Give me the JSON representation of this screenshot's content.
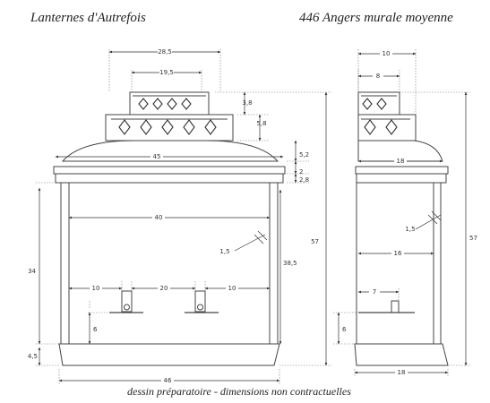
{
  "header": {
    "title_left": "Lanternes d'Autrefois",
    "title_right": "446 Angers murale moyenne"
  },
  "footer": {
    "note": "dessin préparatoire - dimensions non contractuelles"
  },
  "dims_front": {
    "top_outer_width": "28,5",
    "top_inner_width": "19,5",
    "cap_height": "3,8",
    "cap_box_height": "5,8",
    "roof_width": "45",
    "roof_height": "5,2",
    "rim_height": "2",
    "band_height": "2,8",
    "body_width": "40",
    "glass_thickness": "1,5",
    "inner_height": "38,5",
    "total_height": "57",
    "side_height": "34",
    "left_spacing": "10",
    "mid_spacing": "20",
    "right_spacing": "10",
    "socket_height": "6",
    "base_height": "4,5",
    "base_width": "46"
  },
  "dims_side": {
    "top_width": "10",
    "inner_top_width": "8",
    "roof_depth": "18",
    "glass_thickness": "1,5",
    "inner_depth": "16",
    "bracket_length": "7",
    "socket_height": "6",
    "total_height": "57",
    "base_depth": "18"
  }
}
